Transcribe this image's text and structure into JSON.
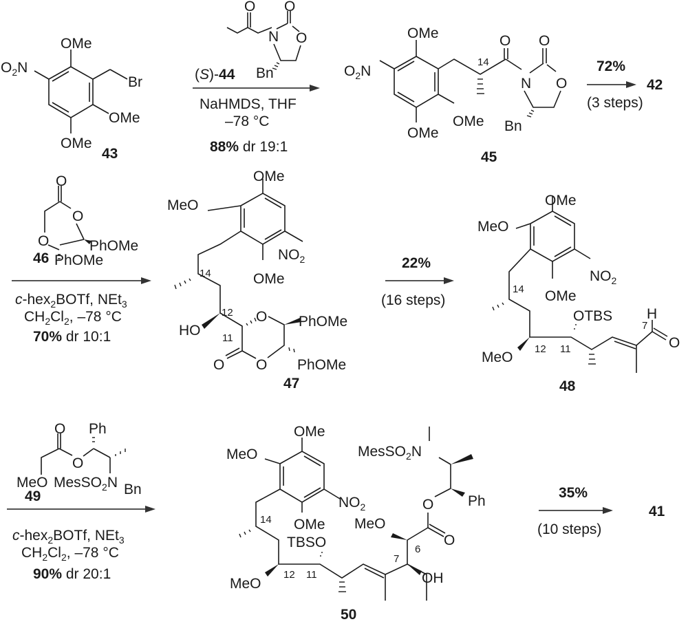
{
  "scheme": {
    "compounds": {
      "c43": {
        "label": "43",
        "groups": [
          "OMe",
          "OMe",
          "OMe",
          "Br"
        ],
        "nitro": "O2N"
      },
      "c44": {
        "label": "44",
        "prefix": "(S)-",
        "substituent": "Bn",
        "atoms": [
          "O",
          "O",
          "N",
          "O"
        ]
      },
      "c45": {
        "label": "45",
        "position_label": "14",
        "groups": [
          "OMe",
          "OMe",
          "OMe",
          "Bn"
        ],
        "nitro": "O2N",
        "atoms": [
          "O",
          "O",
          "N",
          "O"
        ]
      },
      "c42": {
        "label": "42"
      },
      "c46": {
        "label": "46",
        "groups": [
          "PhOMe",
          "PhOMe"
        ],
        "atoms": [
          "O",
          "O",
          "O"
        ]
      },
      "c47": {
        "label": "47",
        "position_labels": [
          "14",
          "12",
          "11"
        ],
        "groups": [
          "OMe",
          "MeO",
          "OMe",
          "HO",
          "PhOMe",
          "PhOMe"
        ],
        "nitro": "NO2",
        "atoms": [
          "O",
          "O",
          "O"
        ]
      },
      "c48": {
        "label": "48",
        "position_labels": [
          "14",
          "12",
          "11",
          "7"
        ],
        "groups": [
          "OMe",
          "MeO",
          "OMe",
          "OTBS",
          "MeO",
          "H",
          "O"
        ],
        "nitro": "NO2"
      },
      "c49": {
        "label": "49",
        "groups": [
          "Ph",
          "MeO",
          "MesSO2N",
          "Bn"
        ],
        "atoms": [
          "O",
          "O"
        ]
      },
      "c50": {
        "label": "50",
        "position_labels": [
          "14",
          "12",
          "11",
          "7",
          "6"
        ],
        "groups": [
          "OMe",
          "MeO",
          "OMe",
          "TBSO",
          "MeO",
          "MesSO2N",
          "Ph",
          "MeO",
          "OH",
          "O",
          "O"
        ],
        "nitro": "NO2"
      },
      "c41": {
        "label": "41"
      }
    },
    "steps": [
      {
        "from": "43",
        "to": "45",
        "reagent_label": "(S)-44",
        "conditions": [
          "NaHMDS, THF",
          "–78 °C"
        ],
        "yield": "88%",
        "dr": "dr 19:1"
      },
      {
        "from": "45",
        "to": "42",
        "yield": "72%",
        "steps": "(3 steps)"
      },
      {
        "to": "47",
        "reagent_label": "46",
        "conditions": [
          "c-hex2BOTf, NEt3",
          "CH2Cl2, –78 °C"
        ],
        "yield": "70%",
        "dr": "dr 10:1"
      },
      {
        "from": "47",
        "to": "48",
        "yield": "22%",
        "steps": "(16 steps)"
      },
      {
        "to": "50",
        "reagent_label": "49",
        "conditions": [
          "c-hex2BOTf, NEt3",
          "CH2Cl2, –78 °C"
        ],
        "yield": "90%",
        "dr": "dr 20:1"
      },
      {
        "from": "50",
        "to": "41",
        "yield": "35%",
        "steps": "(10 steps)"
      }
    ],
    "text": {
      "OMe": "OMe",
      "MeO": "MeO",
      "O": "O",
      "N": "N",
      "Br": "Br",
      "Bn": "Bn",
      "HO": "HO",
      "OH": "OH",
      "H": "H",
      "PhOMe": "PhOMe",
      "Ph": "Ph",
      "OTBS": "OTBS",
      "TBSO": "TBSO",
      "O2N_a": "O",
      "O2N_sub": "2",
      "O2N_b": "N",
      "NO2_a": "NO",
      "NO2_sub": "2",
      "Mes_a": "MesSO",
      "Mes_sub": "2",
      "Mes_b": "N",
      "S_prefix_open": "(",
      "S_prefix_S": "S",
      "S_prefix_close": ")-",
      "reagent44": "44",
      "chex_c": "c",
      "chex_a": "-hex",
      "chex_sub": "2",
      "chex_b": "BOTf, NEt",
      "chex_sub3": "3",
      "ch2_a": "CH",
      "ch2_sub": "2",
      "ch2_b": "Cl",
      "ch2_sub2": "2",
      "ch2_c": ", –78 °C",
      "nahmds": "NaHMDS, THF",
      "temp": "–78 °C",
      "y88": "88%",
      "dr19": " dr 19:1",
      "y72": "72%",
      "s3": "(3 steps)",
      "y70": "70%",
      "dr10": " dr 10:1",
      "y22": "22%",
      "s16": "(16 steps)",
      "y90": "90%",
      "dr20": " dr 20:1",
      "y35": "35%",
      "s10": "(10 steps)",
      "n14": "14",
      "n12": "12",
      "n11": "11",
      "n7": "7",
      "n6": "6",
      "l43": "43",
      "l45": "45",
      "l42": "42",
      "l46": "46",
      "l47": "47",
      "l48": "48",
      "l49": "49",
      "l50": "50",
      "l41": "41"
    }
  }
}
